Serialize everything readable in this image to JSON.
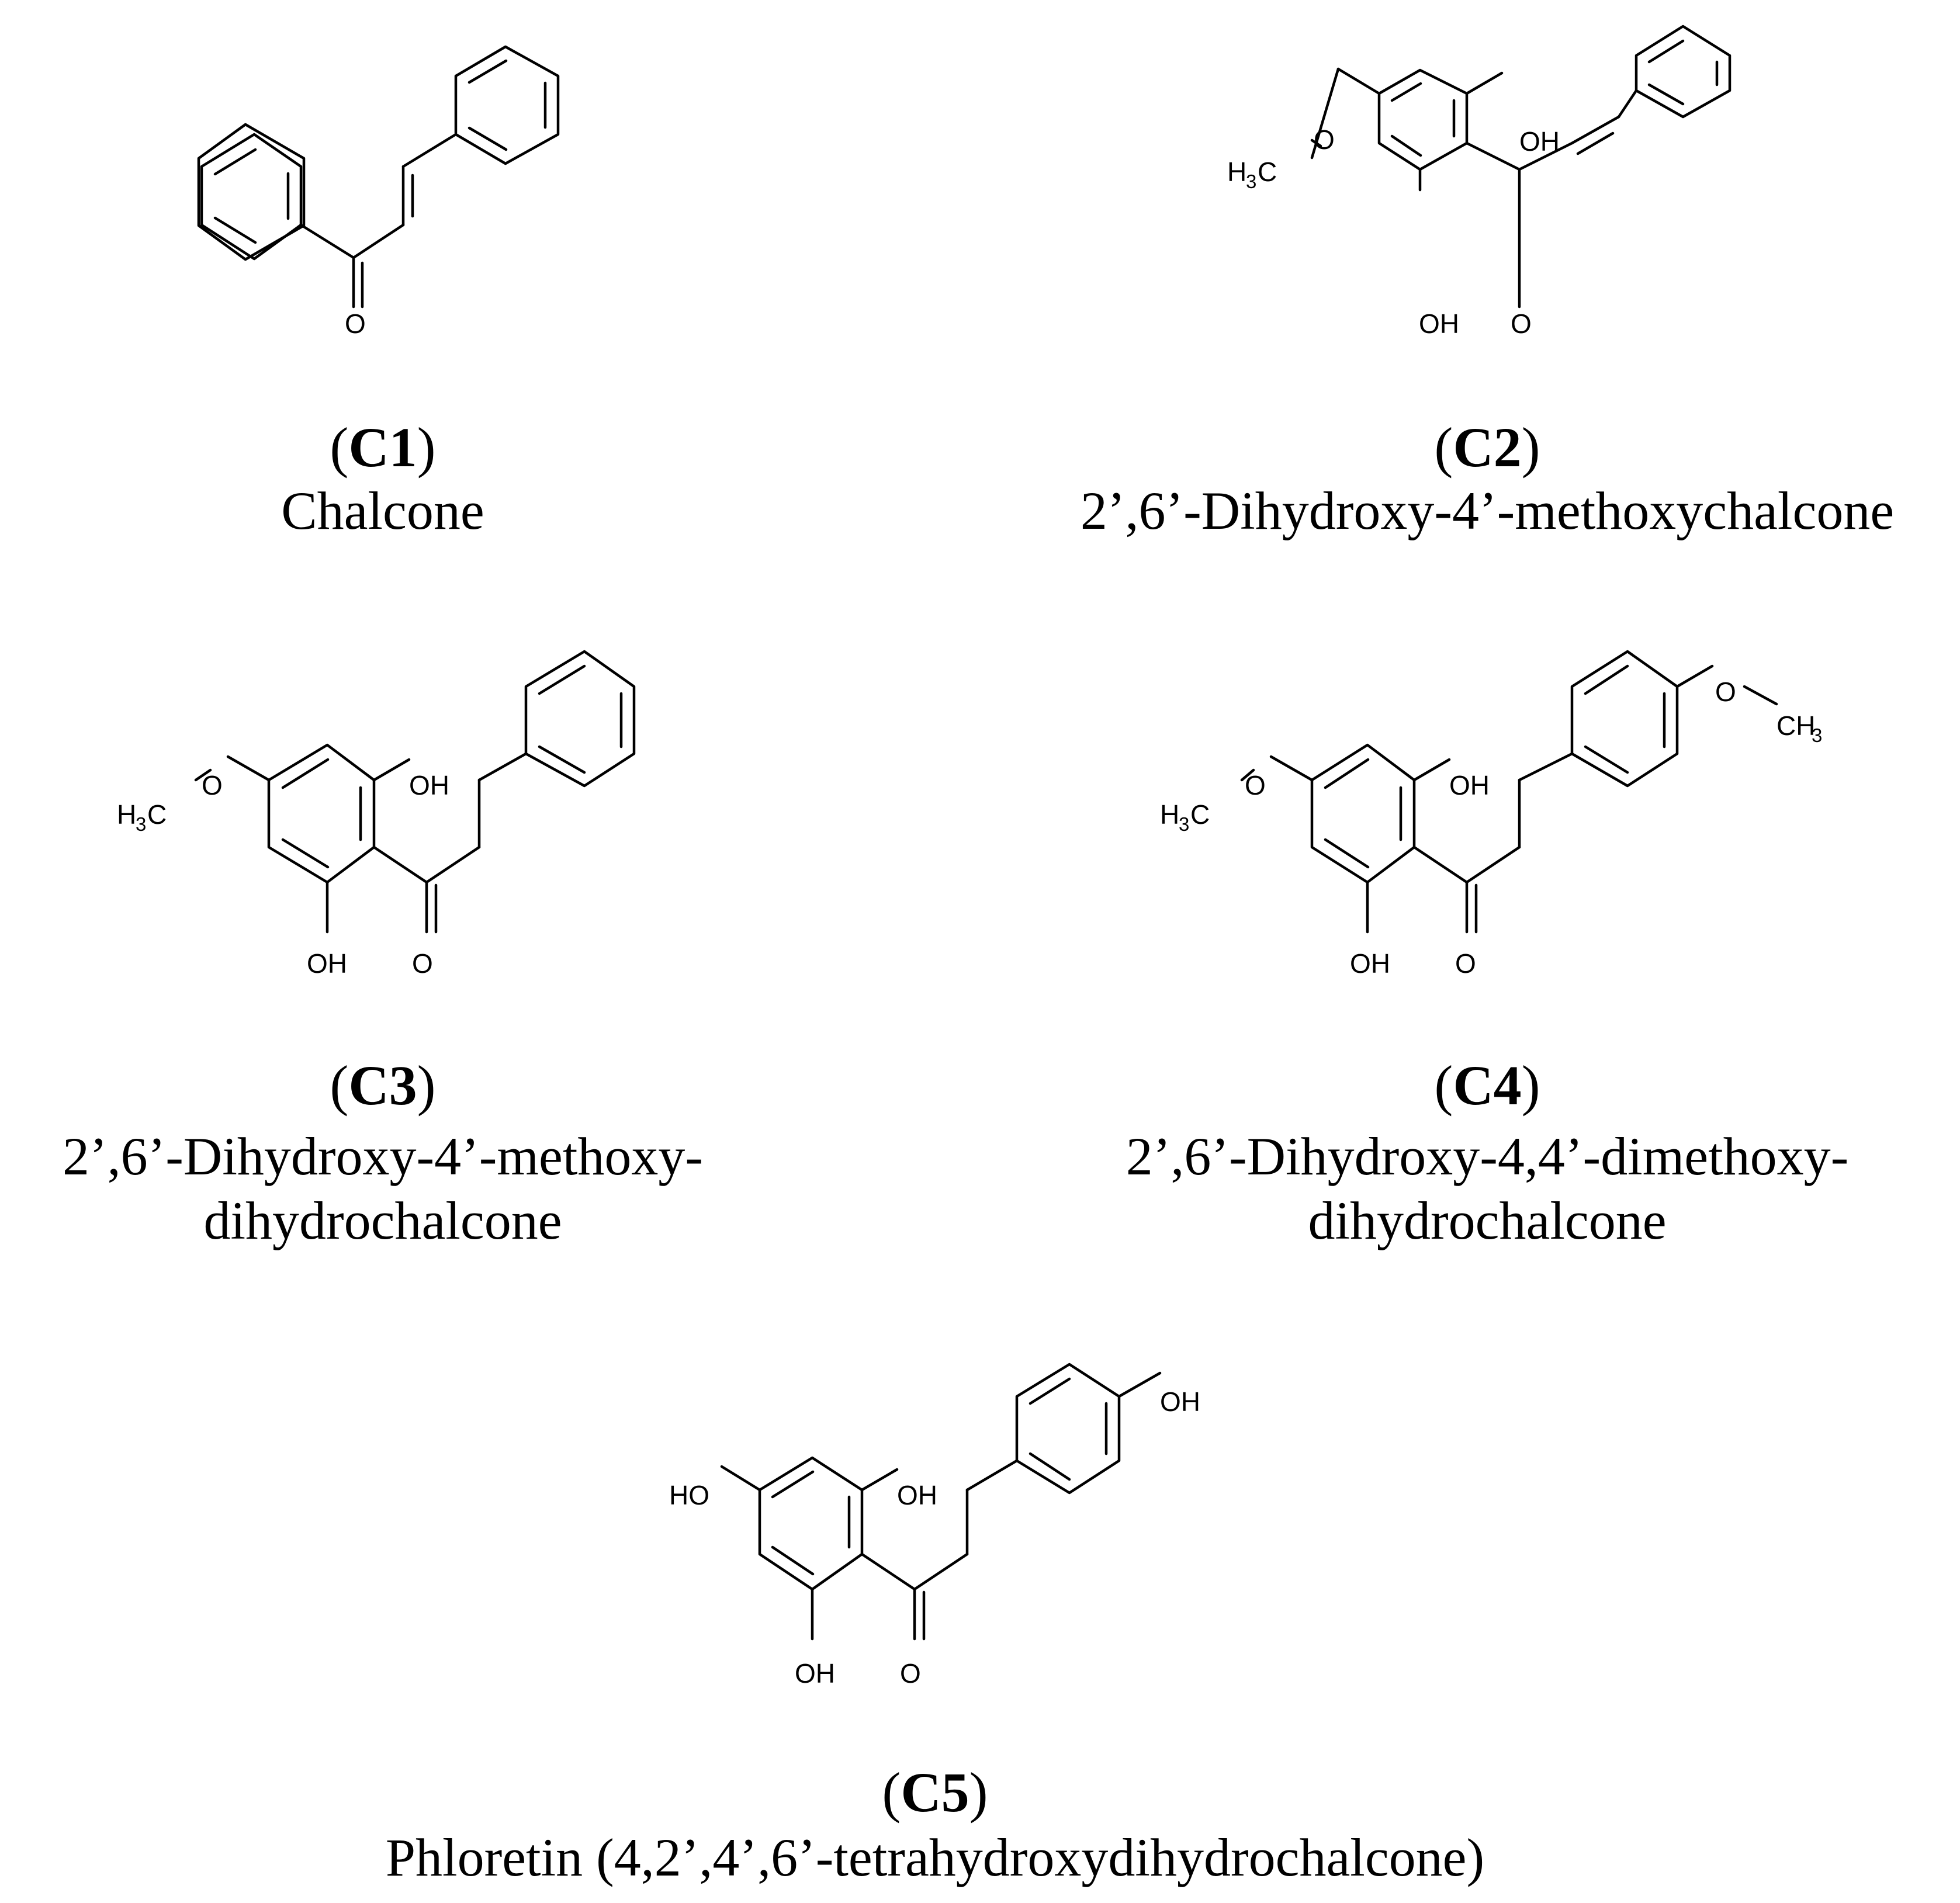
{
  "compounds": [
    {
      "id": "C1",
      "name_lines": [
        "Chalcone"
      ],
      "atoms": {
        "carbonyl_O": "O"
      }
    },
    {
      "id": "C2",
      "name_lines": [
        "2’,6’-Dihydroxy-4’-methoxychalcone"
      ],
      "atoms": {
        "methoxy_C": "H",
        "methoxy_sub": "3",
        "methoxy_C2": "C",
        "methoxy_O": "O",
        "oh_top": "OH",
        "oh_bottom": "OH",
        "carbonyl_O": "O"
      }
    },
    {
      "id": "C3",
      "name_lines": [
        "2’,6’-Dihydroxy-4’-methoxy-",
        "dihydrochalcone"
      ],
      "atoms": {
        "methoxy_C": "H",
        "methoxy_sub": "3",
        "methoxy_C2": "C",
        "methoxy_O": "O",
        "oh_top": "OH",
        "oh_bottom": "OH",
        "carbonyl_O": "O"
      }
    },
    {
      "id": "C4",
      "name_lines": [
        "2’,6’-Dihydroxy-4,4’-dimethoxy-",
        "dihydrochalcone"
      ],
      "atoms": {
        "methoxy_C": "H",
        "methoxy_sub": "3",
        "methoxy_C2": "C",
        "methoxy_O": "O",
        "oh_top": "OH",
        "oh_bottom": "OH",
        "carbonyl_O": "O",
        "para_O": "O",
        "para_CH": "CH",
        "para_sub": "3"
      }
    },
    {
      "id": "C5",
      "name_lines": [
        "Phloretin (4,2’,4’,6’-tetrahydroxydihydrochalcone)"
      ],
      "atoms": {
        "ho_left": "HO",
        "oh_top": "OH",
        "oh_bottom": "OH",
        "carbonyl_O": "O",
        "para_OH": "OH"
      }
    }
  ]
}
